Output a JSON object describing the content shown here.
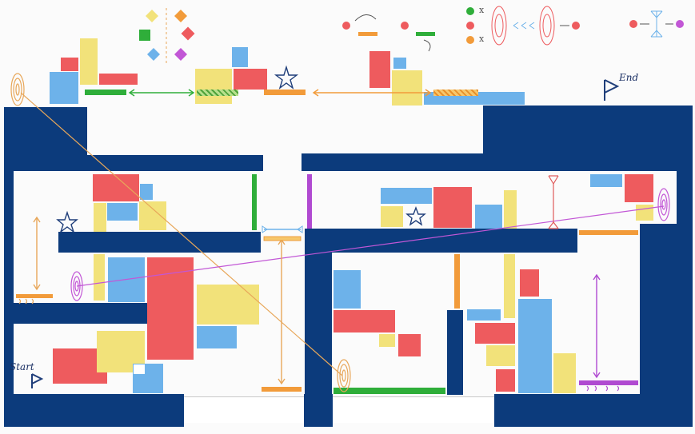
{
  "level": {
    "start_label": "Start",
    "end_label": "End"
  },
  "legend": {
    "cross_glyph": "x"
  },
  "icons": {
    "start": "flag-icon",
    "end": "flag-icon",
    "stars": "star-icon",
    "portals": "spiral-portal-icon",
    "gems": "diamond-gem-icon",
    "springs": "spring-pad-icon",
    "arrows": "double-arrow-icon"
  },
  "colors": {
    "wall": "#0c3b7c",
    "red": "#ee5b5e",
    "yellow": "#f2e27a",
    "blue": "#6db2ea",
    "green": "#2fae3a",
    "orange": "#f29b3a",
    "purple": "#b04ad1"
  }
}
